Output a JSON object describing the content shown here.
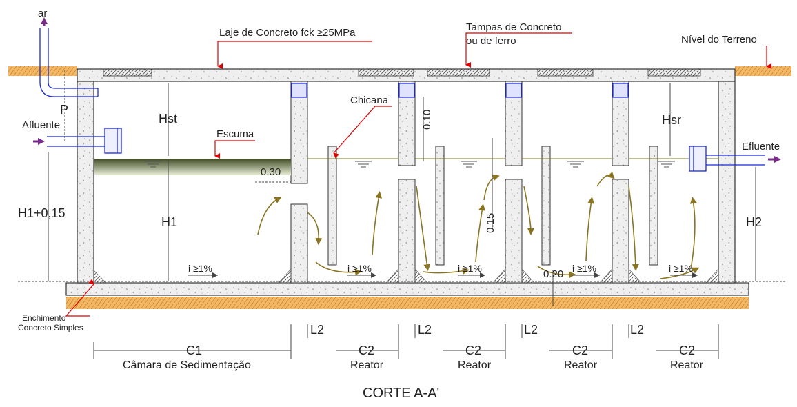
{
  "labels": {
    "ar": "ar",
    "laje": "Laje de Concreto fck ≥25MPa",
    "tampas_l1": "Tampas de Concreto",
    "tampas_l2": "ou de ferro",
    "nivel": "Nível do Terreno",
    "p": "P",
    "hst": "Hst",
    "hsr": "Hsr",
    "afluente": "Afluente",
    "efluente": "Efluente",
    "escuma": "Escuma",
    "chicana": "Chicana",
    "dim_030": "0.30",
    "dim_010": "0.10",
    "dim_015": "0.15",
    "dim_020": "0.20",
    "h1_015": "H1+0,15",
    "h1": "H1",
    "h2": "H2",
    "slope": "i ≥1%",
    "enchimento_l1": "Enchimento",
    "enchimento_l2": "Concreto Simples",
    "l2": "L2",
    "c1": "C1",
    "c2": "C2",
    "camara": "Câmara de Sedimentação",
    "reator": "Reator",
    "title": "CORTE A-A'"
  },
  "colors": {
    "concrete": "#eeeeee",
    "outline": "#333333",
    "soil": "#f3b765",
    "scum": "#59633e",
    "pipe_blue": "#1a28d9",
    "flow_arrow": "#8b7420",
    "callout": "#e00000",
    "vent": "#7a2a8a"
  }
}
